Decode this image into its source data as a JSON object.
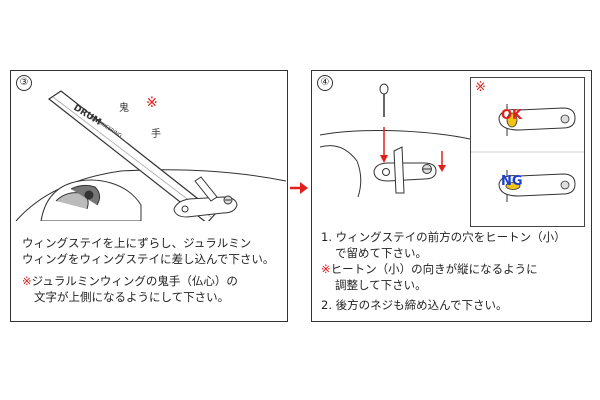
{
  "step3": {
    "number": "③",
    "brand_logo": "DRUM",
    "brand_sub": "ENGINEERING",
    "mark": "※",
    "line1": "ウィングステイを上にずらし、ジュラルミン",
    "line2": "ウィングをウィングステイに差し込んで下さい。",
    "note_mark": "※",
    "note_line1": "ジュラルミンウィングの鬼手（仏心）の",
    "note_line2": "文字が上側になるようにして下さい。"
  },
  "step4": {
    "number": "④",
    "inset_mark": "※",
    "ok_label": "OK",
    "ng_label": "NG",
    "item1_line1": "1. ウィングステイの前方の穴をヒートン（小）",
    "item1_line2": "で留めて下さい。",
    "note_mark": "※",
    "note_line1": "ヒートン（小）の向きが縦になるように",
    "note_line2": "調整して下さい。",
    "item2": "2. 後方のネジも締め込んで下さい。"
  },
  "colors": {
    "accent_red": "#e0201b",
    "ng_blue": "#1a3fd1",
    "highlight_yellow": "#f2c318"
  }
}
